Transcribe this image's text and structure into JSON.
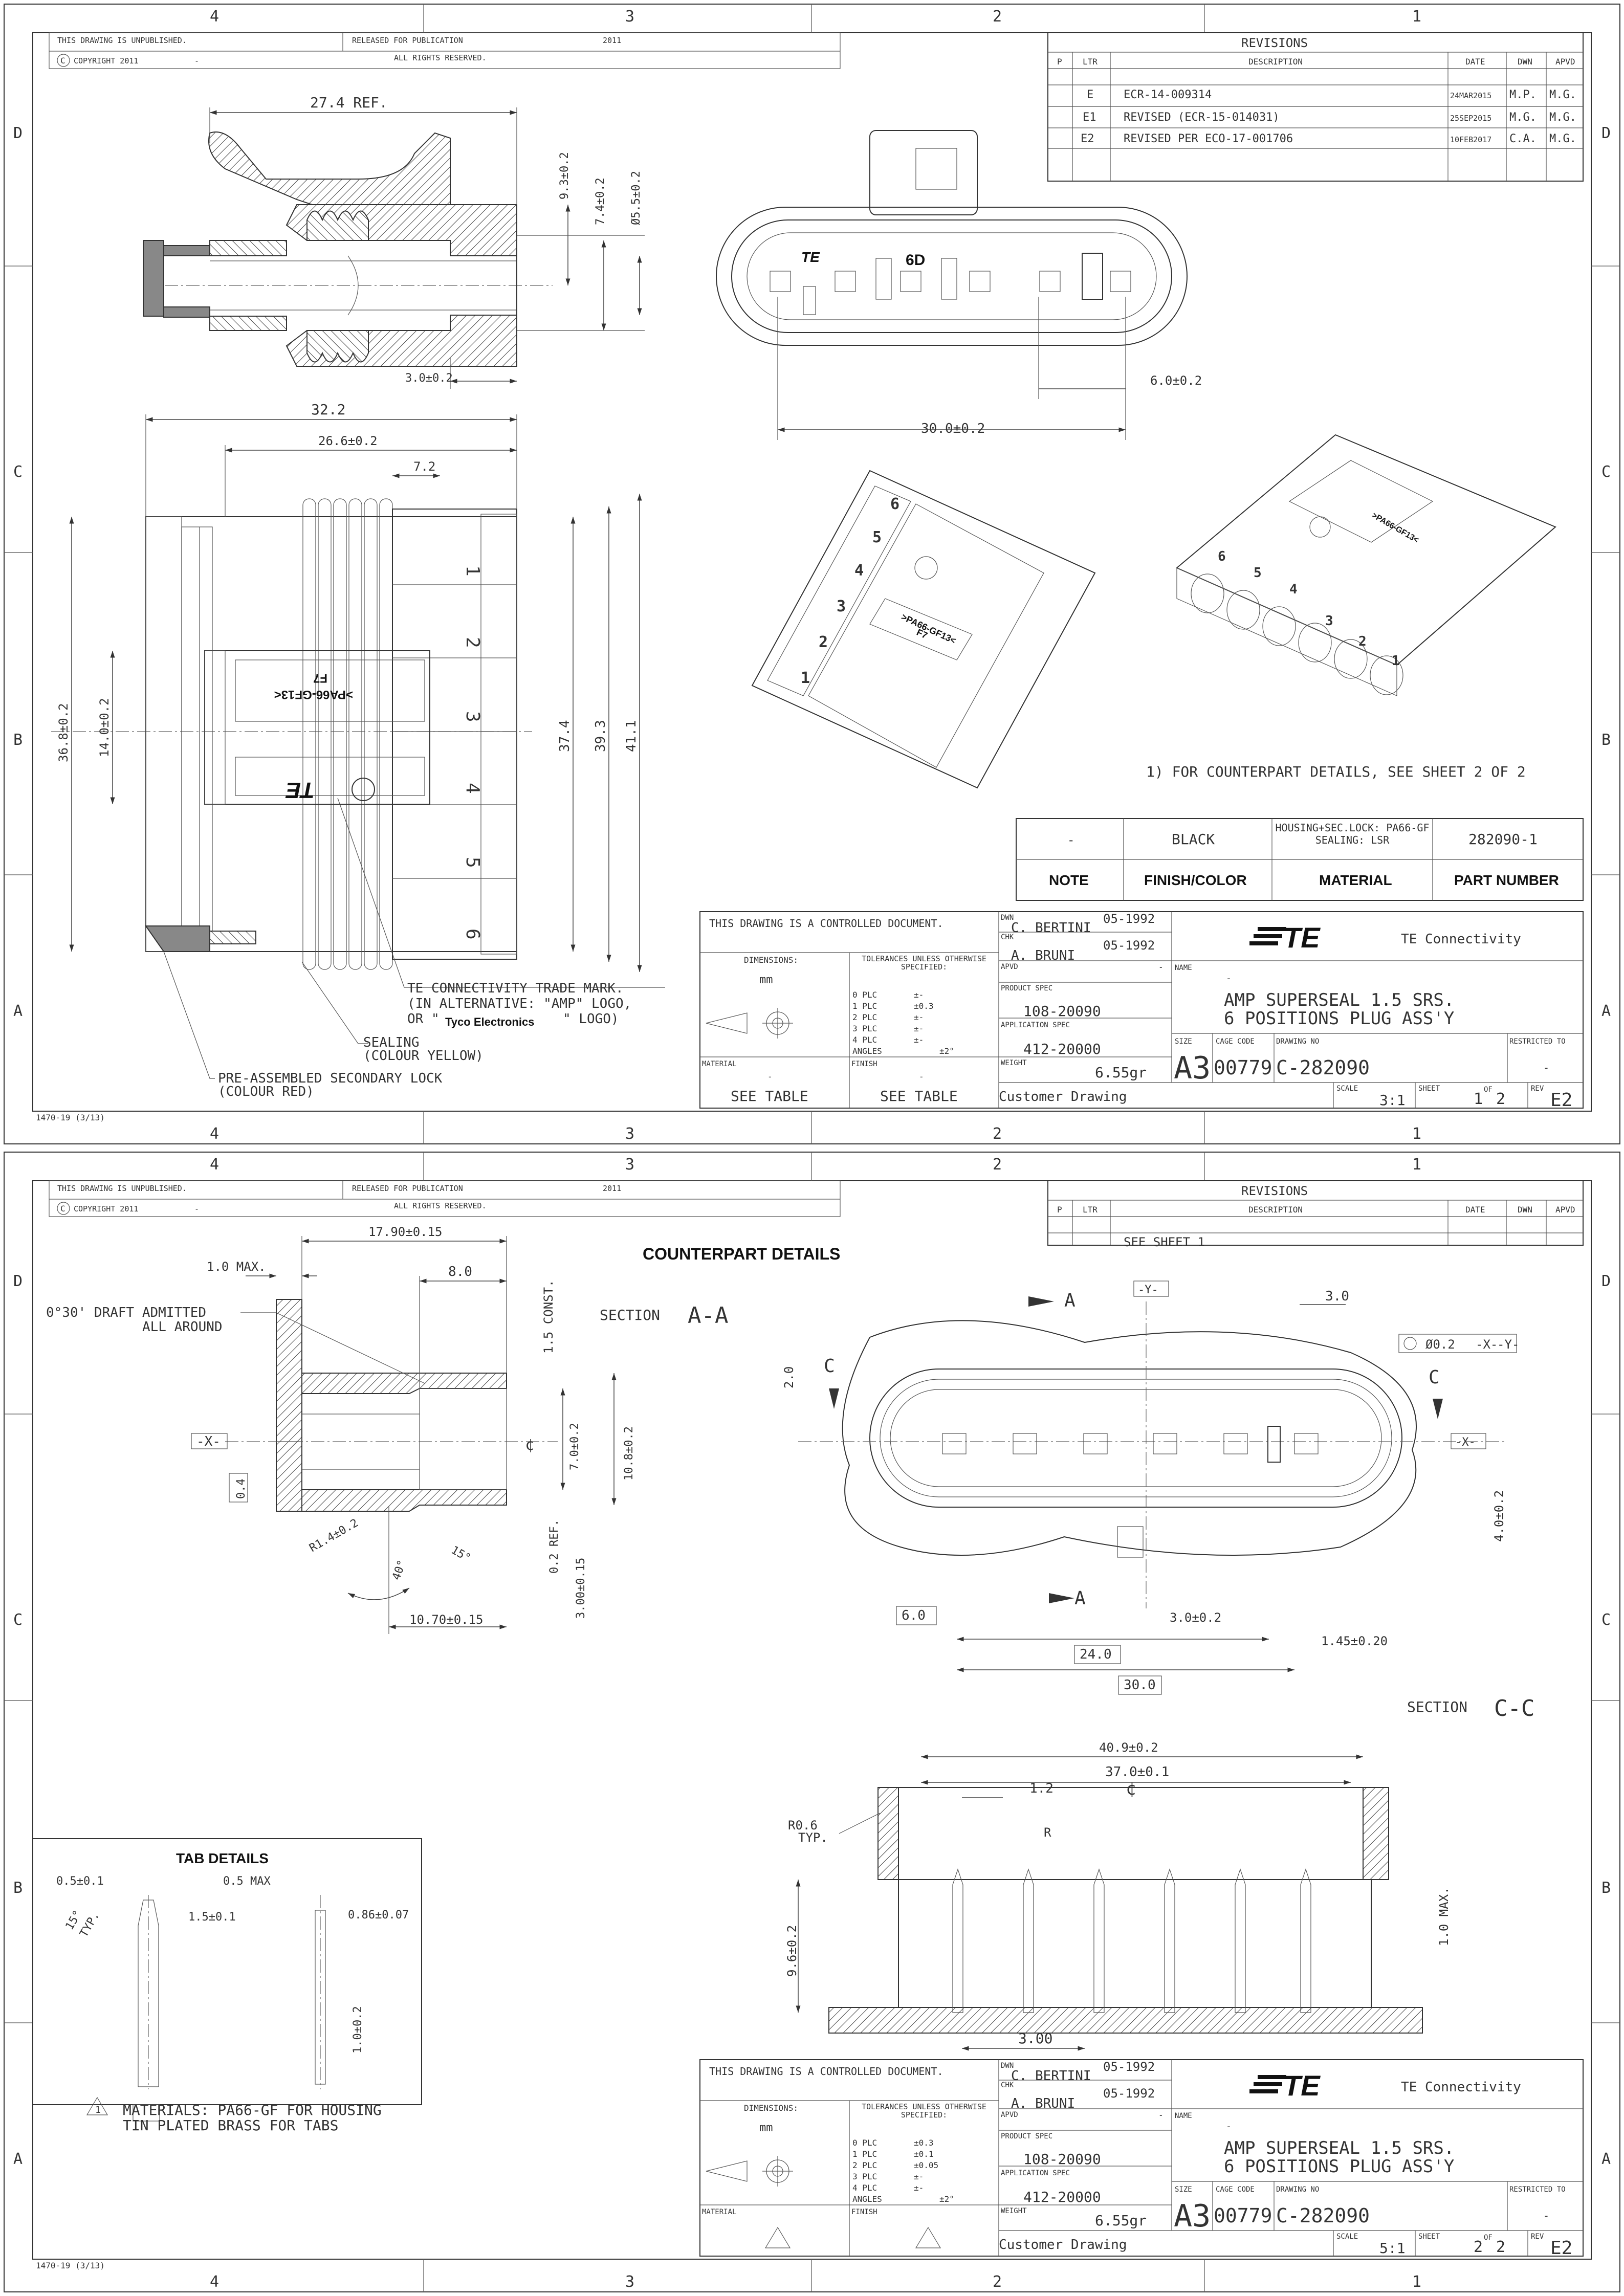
{
  "common": {
    "unpublished": "THIS DRAWING IS UNPUBLISHED.",
    "copyright": "COPYRIGHT 2011",
    "released": "RELEASED FOR PUBLICATION",
    "rights": "ALL RIGHTS RESERVED.",
    "year": "2011",
    "dash": "-",
    "zones_top": [
      "4",
      "3",
      "2",
      "1"
    ],
    "zones_side": [
      "D",
      "C",
      "B",
      "A"
    ],
    "form_no": "1470-19 (3/13)",
    "controlled": "THIS DRAWING IS A CONTROLLED DOCUMENT.",
    "dwn_label": "DWN",
    "dwn_name": "C. BERTINI",
    "dwn_date": "05-1992",
    "chk_label": "CHK",
    "chk_name": "A. BRUNI",
    "chk_date": "05-1992",
    "apvd_label": "APVD",
    "dimensions_label": "DIMENSIONS:",
    "dimensions_unit": "mm",
    "tolerances_label": "TOLERANCES UNLESS OTHERWISE SPECIFIED:",
    "tol_labels": [
      "0 PLC",
      "1 PLC",
      "2 PLC",
      "3 PLC",
      "4 PLC",
      "ANGLES"
    ],
    "product_spec_label": "PRODUCT SPEC",
    "product_spec": "108-20090",
    "application_spec_label": "APPLICATION SPEC",
    "application_spec": "412-20000",
    "weight_label": "WEIGHT",
    "weight": "6.55gr",
    "material_label": "MATERIAL",
    "finish_label": "FINISH",
    "name_label": "NAME",
    "title_line1": "AMP SUPERSEAL 1.5 SRS.",
    "title_line2": "6 POSITIONS PLUG ASS'Y",
    "company": "TE Connectivity",
    "logo": "TE",
    "size_label": "SIZE",
    "size": "A3",
    "cage_code_label": "CAGE CODE",
    "cage_code": "00779",
    "drawing_no_label": "DRAWING NO",
    "drawing_no": "C-282090",
    "restricted_label": "RESTRICTED TO",
    "scale_label": "SCALE",
    "sheet_label": "SHEET",
    "of_label": "OF",
    "rev_label": "REV",
    "rev": "E2",
    "customer_drawing": "Customer Drawing",
    "revisions_title": "REVISIONS",
    "rev_headers": [
      "P",
      "LTR",
      "DESCRIPTION",
      "DATE",
      "DWN",
      "APVD"
    ]
  },
  "sheet1": {
    "revisions": [
      {
        "ltr": "E",
        "desc": "ECR-14-009314",
        "date": "24MAR2015",
        "dwn": "M.P.",
        "apvd": "M.G."
      },
      {
        "ltr": "E1",
        "desc": "REVISED (ECR-15-014031)",
        "date": "25SEP2015",
        "dwn": "M.G.",
        "apvd": "M.G."
      },
      {
        "ltr": "E2",
        "desc": "REVISED PER ECO-17-001706",
        "date": "10FEB2017",
        "dwn": "C.A.",
        "apvd": "M.G."
      }
    ],
    "dims": {
      "d274": "27.4 REF.",
      "d93": "9.3±0.2",
      "d74": "7.4±0.2",
      "d55": "Ø5.5±0.2",
      "d30": "3.0±0.2",
      "d322": "32.2",
      "d266": "26.6±0.2",
      "d72": "7.2",
      "d368": "36.8±0.2",
      "d140": "14.0±0.2",
      "d374": "37.4",
      "d393": "39.3",
      "d411": "41.1",
      "d60": "6.0±0.2",
      "d300": "30.0±0.2"
    },
    "pin_numbers": [
      "1",
      "2",
      "3",
      "4",
      "5",
      "6"
    ],
    "iso_numbers": [
      "6",
      "5",
      "4",
      "3",
      "2",
      "1"
    ],
    "connector_label": "6D",
    "housing_mark": ">PA66-GF13<",
    "housing_code": "F7",
    "note_counterpart": "1) FOR COUNTERPART DETAILS, SEE SHEET 2 OF 2",
    "callout_trademark": "TE CONNECTIVITY TRADE MARK.",
    "callout_alt": "(IN ALTERNATIVE: \"AMP\" LOGO,",
    "callout_or": "OR \"",
    "callout_tyco": "Tyco Electronics",
    "callout_logo_end": "\" LOGO)",
    "callout_sealing": "SEALING",
    "callout_sealing_colour": "(COLOUR YELLOW)",
    "callout_lock": "PRE-ASSEMBLED SECONDARY LOCK",
    "callout_lock_colour": "(COLOUR RED)",
    "table": {
      "note": "-",
      "finish": "BLACK",
      "material": "HOUSING+SEC.LOCK: PA66-GF SEALING: LSR",
      "part_number": "282090-1",
      "h_note": "NOTE",
      "h_finish": "FINISH/COLOR",
      "h_material": "MATERIAL",
      "h_part": "PART NUMBER"
    },
    "tol_values": [
      "±-",
      "±0.3",
      "±-",
      "±-",
      "±-",
      "±2°"
    ],
    "material_value": "SEE TABLE",
    "finish_value": "SEE TABLE",
    "scale": "3:1",
    "sheet_no": "1",
    "sheet_of": "2",
    "restricted": "-"
  },
  "sheet2": {
    "revisions": [
      {
        "ltr": "",
        "desc": "SEE SHEET 1",
        "date": "",
        "dwn": "",
        "apvd": ""
      }
    ],
    "heading": "COUNTERPART DETAILS",
    "section_aa": "SECTION",
    "section_aa_letter": "A-A",
    "section_cc": "SECTION",
    "section_cc_letter": "C-C",
    "draft_note1": "0°30' DRAFT ADMITTED",
    "draft_note2": "ALL AROUND",
    "datum_x": "-X-",
    "datum_y": "-Y-",
    "dims": {
      "d1790": "17.90±0.15",
      "d10max": "1.0 MAX.",
      "d80": "8.0",
      "d15": "1.5 CONST.",
      "d70": "7.0±0.2",
      "d108": "10.8±0.2",
      "d04": "0.4",
      "d14": "R1.4±0.2",
      "d15deg": "15°",
      "d40deg": "40°",
      "d02ref": "0.2 REF.",
      "d300": "3.00±0.15",
      "d1070": "10.70±0.15",
      "d20": "2.0",
      "d30b": "3.0",
      "pos": "Ø0.2",
      "d40": "4.0±0.2",
      "d60": "6.0",
      "d30c": "3.0±0.2",
      "d240": "24.0",
      "d300c": "30.0",
      "d145": "1.45±0.20",
      "d409": "40.9±0.2",
      "d370": "37.0±0.1",
      "d12": "1.2",
      "r06": "R0.6",
      "typ": "TYP.",
      "r": "R",
      "d96": "9.6±0.2",
      "d10max2": "1.0 MAX.",
      "d300d": "3.00"
    },
    "letter_a": "A",
    "letter_c": "C",
    "tab_details": "TAB DETAILS",
    "tab_dims": {
      "d05": "0.5±0.1",
      "d05max": "0.5 MAX",
      "d15t": "1.5±0.1",
      "d086": "0.86±0.07",
      "d15deg": "15°",
      "typ": "TYP.",
      "d10": "1.0±0.2"
    },
    "materials_note1": "MATERIALS: PA66-GF FOR HOUSING",
    "materials_note2": "TIN PLATED BRASS FOR TABS",
    "tol_values": [
      "±0.3",
      "±0.1",
      "±0.05",
      "±-",
      "±-",
      "±2°"
    ],
    "scale": "5:1",
    "sheet_no": "2",
    "sheet_of": "2",
    "restricted": "-"
  }
}
